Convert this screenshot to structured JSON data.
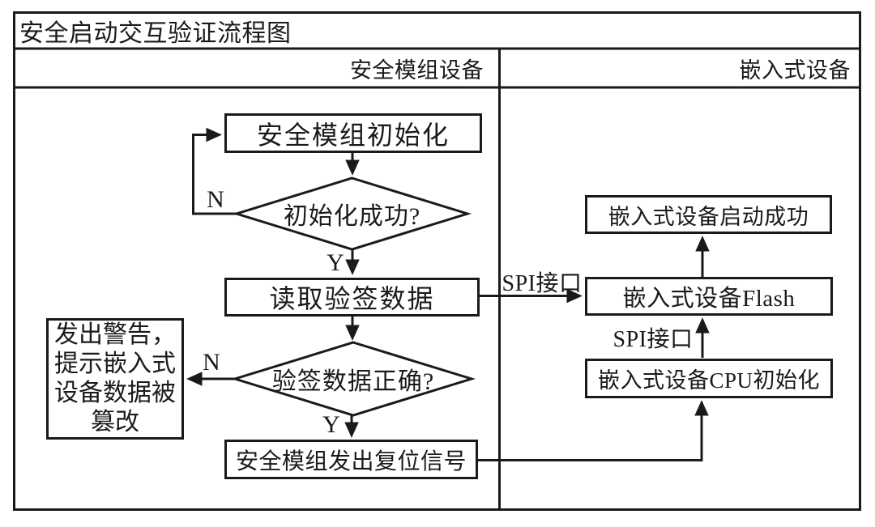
{
  "diagram": {
    "title": "安全启动交互验证流程图",
    "columns": {
      "left": "安全模组设备",
      "right": "嵌入式设备"
    },
    "nodes": {
      "module_init": "安全模组初始化",
      "init_success": "初始化成功?",
      "read_signature": "读取验签数据",
      "signature_correct": "验签数据正确?",
      "warning_lines": [
        "发出警告，",
        "提示嵌入式",
        "设备数据被",
        "篡改"
      ],
      "send_reset": "安全模组发出复位信号",
      "boot_success": "嵌入式设备启动成功",
      "flash": "嵌入式设备Flash",
      "cpu_init": "嵌入式设备CPU初始化"
    },
    "edge_labels": {
      "init_no": "N",
      "init_yes": "Y",
      "sig_no": "N",
      "sig_yes": "Y",
      "spi_read": "SPI接口",
      "spi_boot": "SPI接口"
    },
    "colors": {
      "ink": "#1a1a1a",
      "background": "#ffffff"
    }
  }
}
